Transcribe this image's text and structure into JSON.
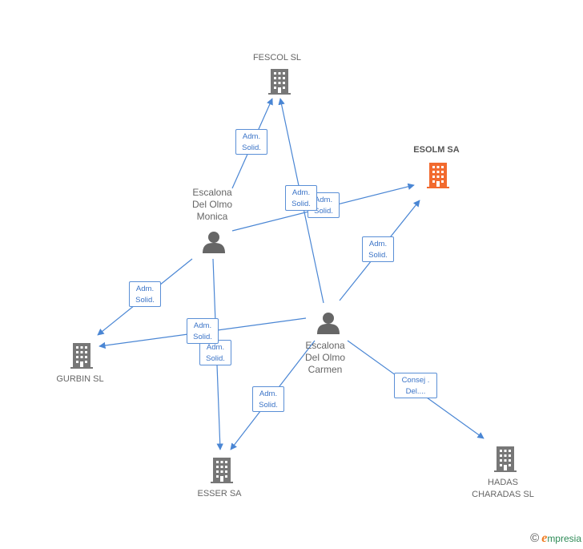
{
  "nodes": {
    "fescol": {
      "label": "FESCOL SL"
    },
    "esolm": {
      "label": "ESOLM SA"
    },
    "gurbin": {
      "label": "GURBIN SL"
    },
    "esser": {
      "label": "ESSER SA"
    },
    "hadas": {
      "label": "HADAS\nCHARADAS SL"
    },
    "monica": {
      "label": "Escalona\nDel Olmo\nMonica"
    },
    "carmen": {
      "label": "Escalona\nDel Olmo\nCarmen"
    }
  },
  "edges": [
    {
      "line1": "Adm.",
      "line2": "Solid."
    },
    {
      "line1": "Adm.",
      "line2": "Solid."
    },
    {
      "line1": "Adm.",
      "line2": "Solid."
    },
    {
      "line1": "Adm.",
      "line2": "Solid."
    },
    {
      "line1": "Adm.",
      "line2": "Solid."
    },
    {
      "line1": "Adm.",
      "line2": "Solid."
    },
    {
      "line1": "Adm.",
      "line2": "Solid."
    },
    {
      "line1": "Adm.",
      "line2": "Solid."
    },
    {
      "line1": "Consej .",
      "line2": "Del...."
    }
  ],
  "colors": {
    "edge": "#4a86d4",
    "company": "#777777",
    "highlight": "#f26a2e",
    "person": "#666666"
  },
  "footer": {
    "copyright": "©",
    "brand_first": "e",
    "brand_rest": "mpresia"
  }
}
